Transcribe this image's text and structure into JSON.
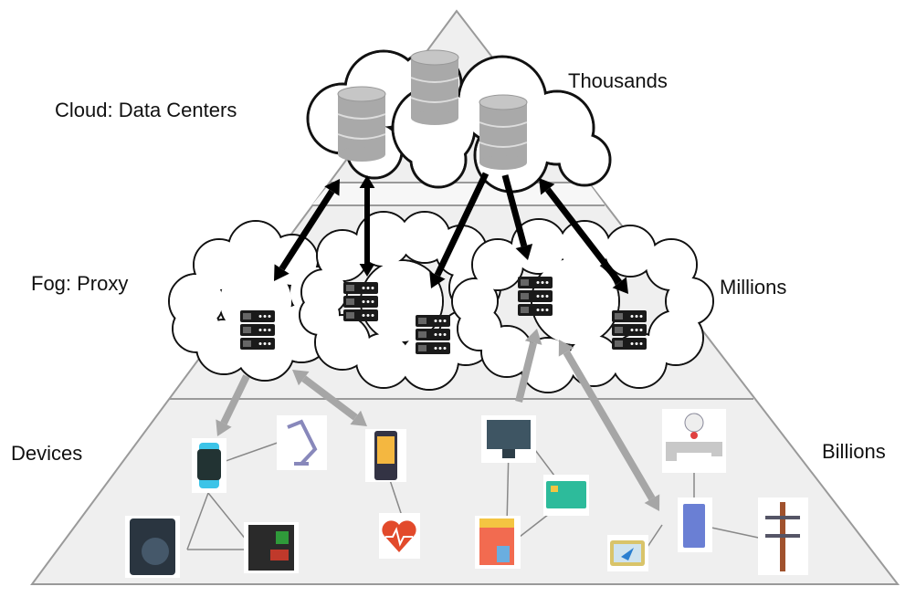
{
  "labels": {
    "cloud": "Cloud: Data Centers",
    "cloud_count": "Thousands",
    "fog": "Fog: Proxy",
    "fog_count": "Millions",
    "devices": "Devices",
    "devices_count": "Billions"
  },
  "colors": {
    "pyramid_fill": "#efefef",
    "pyramid_line": "#9a9a9a",
    "cloud_to_fog_arrow": "#000000",
    "fog_to_device_arrow": "#a6a6a6",
    "database": "#a9a9a9",
    "server": "#1a1a1a"
  },
  "icons": {
    "cloud_databases": [
      "database-icon",
      "database-icon",
      "database-icon"
    ],
    "fog_servers": [
      "server-icon",
      "server-icon",
      "server-icon",
      "server-icon",
      "server-icon"
    ],
    "devices": [
      "smartwatch-icon",
      "desk-lamp-icon",
      "speaker-icon",
      "circuit-board-icon",
      "smartphone-icon",
      "heart-rate-icon",
      "monitor-icon",
      "credit-card-icon",
      "shop-icon",
      "water-meter-icon",
      "tablet-phone-icon",
      "gps-icon",
      "power-pole-icon"
    ]
  }
}
